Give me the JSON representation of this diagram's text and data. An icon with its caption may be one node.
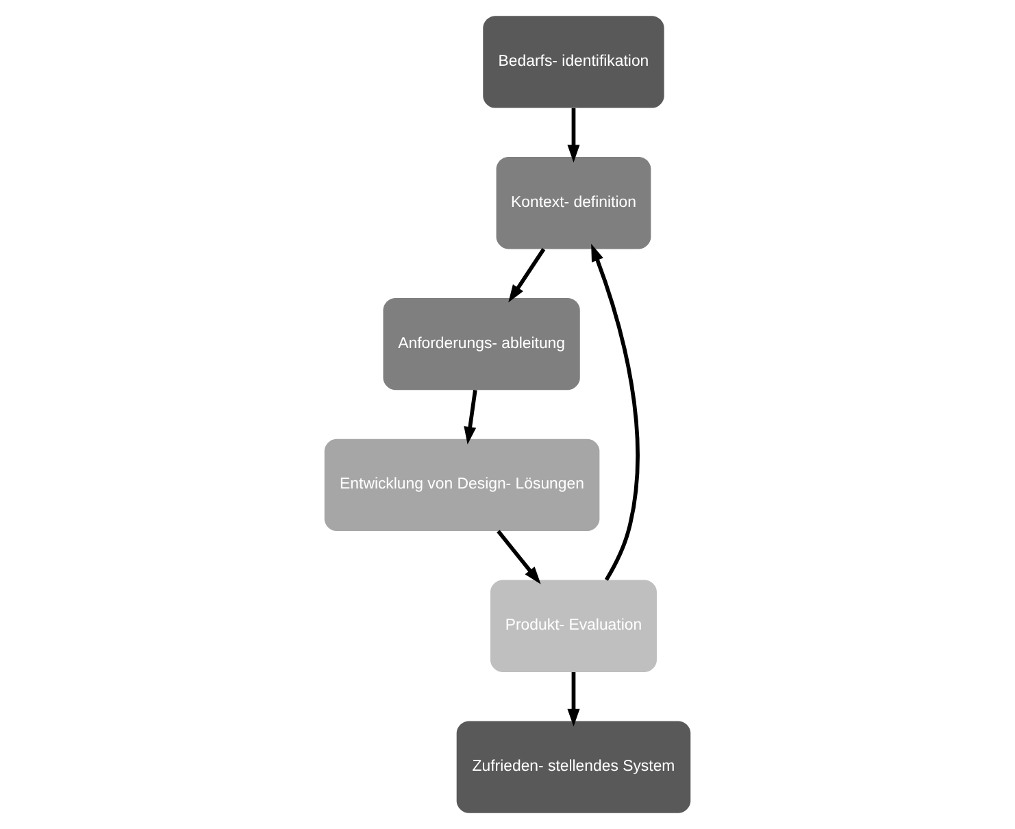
{
  "diagram": {
    "nodes": [
      {
        "text": [
          "Bedarfs- identifikation"
        ]
      },
      {
        "text": [
          "Kontext- definition"
        ]
      },
      {
        "text": [
          "Anforderungs- ableitung"
        ]
      },
      {
        "text": [
          "Entwicklung von Design- Lösungen"
        ]
      },
      {
        "text": [
          "Produkt- Evaluation"
        ]
      },
      {
        "text": [
          "Zufrieden- stellendes System"
        ]
      }
    ],
    "edges": [
      {
        "from": 0,
        "to": 1,
        "arrow": "to"
      },
      {
        "from": 1,
        "to": 2,
        "arrow": "to"
      },
      {
        "from": 2,
        "to": 3,
        "arrow": "to"
      },
      {
        "from": 3,
        "to": 4,
        "arrow": "to"
      },
      {
        "from": 4,
        "to": 1,
        "arrow": "to"
      },
      {
        "from": 4,
        "to": 5,
        "arrow": "to"
      }
    ]
  }
}
